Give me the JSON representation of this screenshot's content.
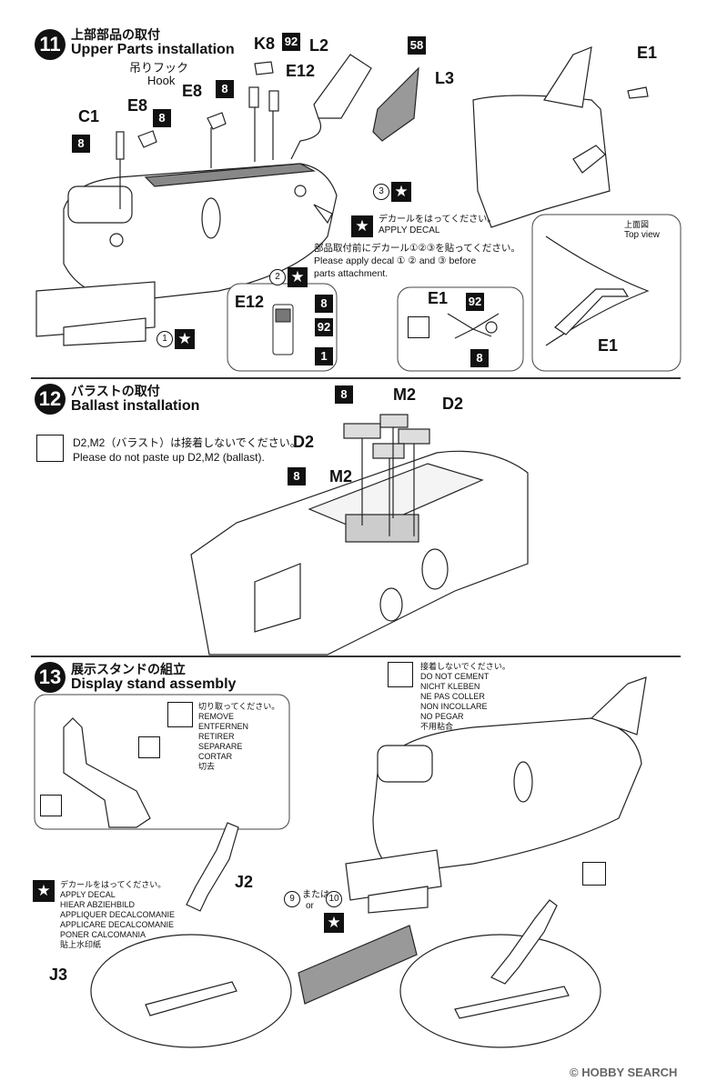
{
  "step11": {
    "number": "11",
    "title_jp": "上部部品の取付",
    "title_en": "Upper Parts installation",
    "labels": {
      "c1": "C1",
      "e8a": "E8",
      "e8b": "E8",
      "k8": "K8",
      "e12": "E12",
      "l2": "L2",
      "l3": "L3",
      "e1": "E1",
      "hook_jp": "吊りフック",
      "hook_en": "Hook",
      "e12_detail": "E12",
      "e1_detail": "E1",
      "e1_top": "E1"
    },
    "numbers": {
      "c1": "8",
      "e8a": "8",
      "e8b": "8",
      "k8": "92",
      "l3": "58",
      "e12_a": "8",
      "e12_b": "92",
      "e12_c": "1",
      "e1_a": "92",
      "e1_b": "8"
    },
    "decal_circles": [
      "3",
      "2",
      "1"
    ],
    "decal_note_jp": "デカールをはってください。",
    "decal_note_en": "APPLY DECAL",
    "apply_before_jp": "部品取付前にデカール①②③を貼ってください。",
    "apply_before_en": "Please apply decal ① ② and ③ before\nparts attachment.",
    "top_view_jp": "上面図",
    "top_view_en": "Top view"
  },
  "step12": {
    "number": "12",
    "title_jp": "バラストの取付",
    "title_en": "Ballast installation",
    "warning_jp": "D2,M2（バラスト）は接着しないでください。",
    "warning_en": "Please do not paste up D2,M2 (ballast).",
    "labels": {
      "m2a": "M2",
      "d2a": "D2",
      "d2b": "D2",
      "m2b": "M2"
    },
    "numbers": {
      "a": "8",
      "b": "8"
    }
  },
  "step13": {
    "number": "13",
    "title_jp": "展示スタンドの組立",
    "title_en": "Display stand assembly",
    "remove_note": "切り取ってください。\nREMOVE\nENTFERNEN\nRETIRER\nSEPARARE\nCORTAR\n切去",
    "no_cement_note": "接着しないでください。\nDO NOT CEMENT\nNICHT KLEBEN\nNE PAS COLLER\nNON INCOLLARE\nNO PEGAR\n不用粘合",
    "decal_note": "デカールをはってください。\nAPPLY DECAL\nHIEAR ABZIEHBILD\nAPPLIQUER DECALCOMANIE\nAPPLICARE DECALCOMANIE\nPONER CALCOMANIA\n貼上水印紙",
    "labels": {
      "j2": "J2",
      "j3": "J3"
    },
    "decal_choice_a": "9",
    "decal_choice_jp": "または",
    "decal_choice_or": "or",
    "decal_choice_b": "10"
  },
  "watermark": "© HOBBY SEARCH"
}
